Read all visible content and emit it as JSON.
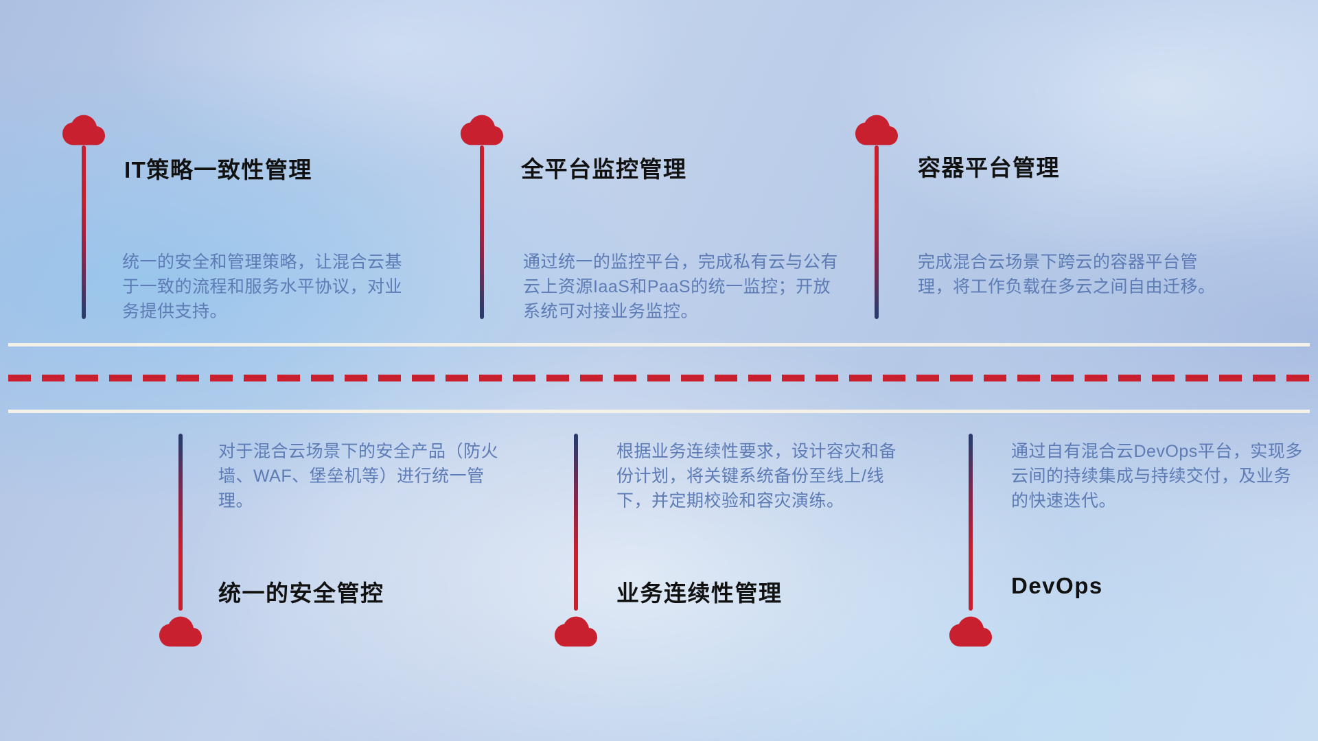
{
  "items": [
    {
      "id": "it-policy",
      "position": "top",
      "title": "IT策略一致性管理",
      "description": "统一的安全和管理策略，让混合云基于一致的流程和服务水平协议，对业务提供支持。"
    },
    {
      "id": "monitoring",
      "position": "top",
      "title": "全平台监控管理",
      "description": "通过统一的监控平台，完成私有云与公有云上资源IaaS和PaaS的统一监控；开放系统可对接业务监控。"
    },
    {
      "id": "container",
      "position": "top",
      "title": "容器平台管理",
      "description": "完成混合云场景下跨云的容器平台管理，将工作负载在多云之间自由迁移。"
    },
    {
      "id": "security",
      "position": "bottom",
      "title": "统一的安全管控",
      "description": "对于混合云场景下的安全产品（防火墙、WAF、堡垒机等）进行统一管理。"
    },
    {
      "id": "continuity",
      "position": "bottom",
      "title": "业务连续性管理",
      "description": "根据业务连续性要求，设计容灾和备份计划，将关键系统备份至线上/线下，并定期校验和容灾演练。"
    },
    {
      "id": "devops",
      "position": "bottom",
      "title": "DevOps",
      "description": "通过自有混合云DevOps平台，实现多云间的持续集成与持续交付，及业务的快速迭代。"
    }
  ],
  "colors": {
    "cloud_red": "#c8202f",
    "stem_red": "#c6202e",
    "stem_navy": "#2d3b6b",
    "title_text": "#111111",
    "description_text": "#5d7bb4",
    "road_line": "#f4f1e9",
    "road_dash_red": "#c8202f",
    "background_blue": "#b5c9e7"
  }
}
